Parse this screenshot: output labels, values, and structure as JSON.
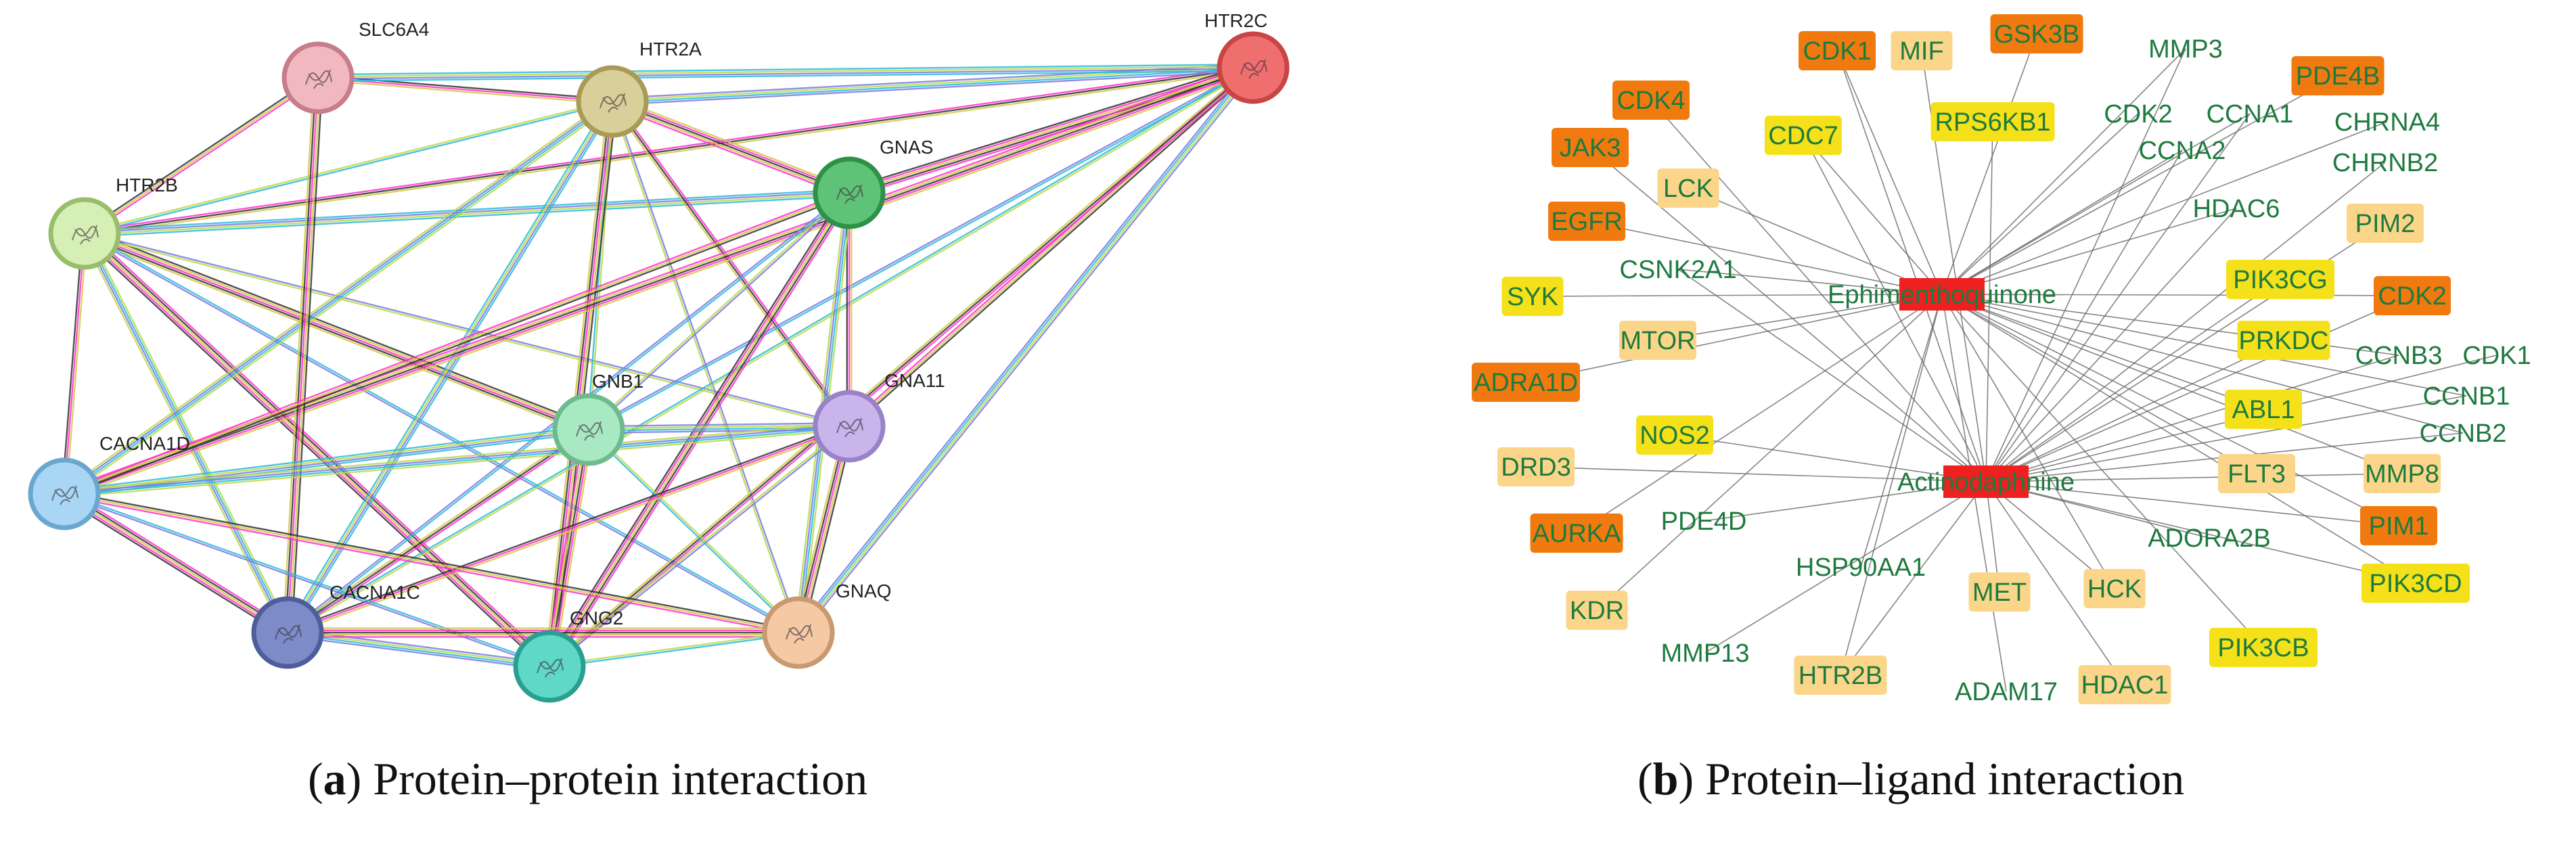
{
  "panel_a": {
    "nodes": [
      {
        "id": "SLC6A4",
        "label": "SLC6A4",
        "color": "#f2b8c0",
        "border": "#c77d8a"
      },
      {
        "id": "HTR2A",
        "label": "HTR2A",
        "color": "#d9cf9a",
        "border": "#a99a55"
      },
      {
        "id": "HTR2C",
        "label": "HTR2C",
        "color": "#ef6f6f",
        "border": "#c94444"
      },
      {
        "id": "HTR2B",
        "label": "HTR2B",
        "color": "#d6efb4",
        "border": "#98bd6b"
      },
      {
        "id": "GNAS",
        "label": "GNAS",
        "color": "#5ec277",
        "border": "#2f9148"
      },
      {
        "id": "GNB1",
        "label": "GNB1",
        "color": "#a8e8c2",
        "border": "#6dbb8d"
      },
      {
        "id": "GNA11",
        "label": "GNA11",
        "color": "#c9b4ec",
        "border": "#9a82c8"
      },
      {
        "id": "CACNA1D",
        "label": "CACNA1D",
        "color": "#a9d6f5",
        "border": "#6aa7cf"
      },
      {
        "id": "CACNA1C",
        "label": "CACNA1C",
        "color": "#7d8cc9",
        "border": "#4f5d9a"
      },
      {
        "id": "GNG2",
        "label": "GNG2",
        "color": "#5fd8c8",
        "border": "#2a9f91"
      },
      {
        "id": "GNAQ",
        "label": "GNAQ",
        "color": "#f4c9a4",
        "border": "#c99a70"
      }
    ],
    "edges": [
      [
        "HTR2B",
        "HTR2A"
      ],
      [
        "HTR2B",
        "HTR2C"
      ],
      [
        "HTR2B",
        "GNAS"
      ],
      [
        "HTR2B",
        "GNB1"
      ],
      [
        "HTR2B",
        "GNA11"
      ],
      [
        "HTR2B",
        "CACNA1D"
      ],
      [
        "HTR2B",
        "CACNA1C"
      ],
      [
        "HTR2B",
        "GNG2"
      ],
      [
        "HTR2B",
        "GNAQ"
      ],
      [
        "HTR2B",
        "SLC6A4"
      ],
      [
        "HTR2A",
        "HTR2C"
      ],
      [
        "HTR2A",
        "GNAS"
      ],
      [
        "HTR2A",
        "GNB1"
      ],
      [
        "HTR2A",
        "GNA11"
      ],
      [
        "HTR2A",
        "CACNA1C"
      ],
      [
        "HTR2A",
        "GNG2"
      ],
      [
        "HTR2A",
        "GNAQ"
      ],
      [
        "HTR2A",
        "SLC6A4"
      ],
      [
        "HTR2A",
        "CACNA1D"
      ],
      [
        "HTR2C",
        "GNAS"
      ],
      [
        "HTR2C",
        "GNB1"
      ],
      [
        "HTR2C",
        "GNA11"
      ],
      [
        "HTR2C",
        "GNAQ"
      ],
      [
        "HTR2C",
        "CACNA1D"
      ],
      [
        "HTR2C",
        "CACNA1C"
      ],
      [
        "HTR2C",
        "GNG2"
      ],
      [
        "HTR2C",
        "SLC6A4"
      ],
      [
        "SLC6A4",
        "CACNA1C"
      ],
      [
        "GNAS",
        "GNB1"
      ],
      [
        "GNAS",
        "GNA11"
      ],
      [
        "GNAS",
        "GNAQ"
      ],
      [
        "GNAS",
        "GNG2"
      ],
      [
        "GNAS",
        "CACNA1C"
      ],
      [
        "GNAS",
        "CACNA1D"
      ],
      [
        "GNB1",
        "GNA11"
      ],
      [
        "GNB1",
        "GNG2"
      ],
      [
        "GNB1",
        "GNAQ"
      ],
      [
        "GNB1",
        "CACNA1C"
      ],
      [
        "GNB1",
        "CACNA1D"
      ],
      [
        "GNA11",
        "GNAQ"
      ],
      [
        "GNA11",
        "GNG2"
      ],
      [
        "GNA11",
        "CACNA1C"
      ],
      [
        "GNA11",
        "CACNA1D"
      ],
      [
        "CACNA1D",
        "CACNA1C"
      ],
      [
        "CACNA1D",
        "GNG2"
      ],
      [
        "CACNA1D",
        "GNAQ"
      ],
      [
        "CACNA1C",
        "GNG2"
      ],
      [
        "CACNA1C",
        "GNAQ"
      ],
      [
        "GNG2",
        "GNAQ"
      ]
    ],
    "edge_colors": [
      "#b8d94a",
      "#ff33cc",
      "#2bbbd8",
      "#333333",
      "#7a7ae0",
      "#d3c84a"
    ]
  },
  "panel_b": {
    "hubs": [
      {
        "id": "hub1",
        "label": "Ephimenthoquinone",
        "color": "#ee2020"
      },
      {
        "id": "hub2",
        "label": "Actinodaphnine",
        "color": "#ee2020"
      }
    ],
    "node_colors": {
      "orange": "#f07a10",
      "yellow": "#f5e11a",
      "light": "#fbd68a",
      "text": "#1e7a3e",
      "edge": "#666666"
    },
    "nodes": [
      {
        "label": "CDK1",
        "style": "orange"
      },
      {
        "label": "MIF",
        "style": "light"
      },
      {
        "label": "GSK3B",
        "style": "orange"
      },
      {
        "label": "MMP3",
        "style": "text"
      },
      {
        "label": "PDE4B",
        "style": "orange"
      },
      {
        "label": "CDK4",
        "style": "orange"
      },
      {
        "label": "CDC7",
        "style": "yellow"
      },
      {
        "label": "RPS6KB1",
        "style": "yellow"
      },
      {
        "label": "CDK2",
        "style": "text"
      },
      {
        "label": "CCNA1",
        "style": "text"
      },
      {
        "label": "CHRNA4",
        "style": "text"
      },
      {
        "label": "JAK3",
        "style": "orange"
      },
      {
        "label": "CCNA2",
        "style": "text"
      },
      {
        "label": "CHRNB2",
        "style": "text"
      },
      {
        "label": "LCK",
        "style": "light"
      },
      {
        "label": "HDAC6",
        "style": "text"
      },
      {
        "label": "EGFR",
        "style": "orange"
      },
      {
        "label": "PIM2",
        "style": "light"
      },
      {
        "label": "CSNK2A1",
        "style": "text"
      },
      {
        "label": "PIK3CG",
        "style": "yellow"
      },
      {
        "label": "SYK",
        "style": "yellow"
      },
      {
        "label": "CDK2",
        "style": "orange"
      },
      {
        "label": "MTOR",
        "style": "light"
      },
      {
        "label": "PRKDC",
        "style": "yellow"
      },
      {
        "label": "CCNB3",
        "style": "text"
      },
      {
        "label": "CDK1",
        "style": "text"
      },
      {
        "label": "ADRA1D",
        "style": "orange"
      },
      {
        "label": "CCNB1",
        "style": "text"
      },
      {
        "label": "ABL1",
        "style": "yellow"
      },
      {
        "label": "NOS2",
        "style": "yellow"
      },
      {
        "label": "CCNB2",
        "style": "text"
      },
      {
        "label": "DRD3",
        "style": "light"
      },
      {
        "label": "FLT3",
        "style": "light"
      },
      {
        "label": "MMP8",
        "style": "light"
      },
      {
        "label": "AURKA",
        "style": "orange"
      },
      {
        "label": "PDE4D",
        "style": "text"
      },
      {
        "label": "PIM1",
        "style": "orange"
      },
      {
        "label": "ADORA2B",
        "style": "text"
      },
      {
        "label": "HSP90AA1",
        "style": "text"
      },
      {
        "label": "PIK3CD",
        "style": "yellow"
      },
      {
        "label": "KDR",
        "style": "light"
      },
      {
        "label": "MET",
        "style": "light"
      },
      {
        "label": "HCK",
        "style": "light"
      },
      {
        "label": "MMP13",
        "style": "text"
      },
      {
        "label": "PIK3CB",
        "style": "yellow"
      },
      {
        "label": "HTR2B",
        "style": "light"
      },
      {
        "label": "ADAM17",
        "style": "text"
      },
      {
        "label": "HDAC1",
        "style": "light"
      }
    ]
  },
  "captions": {
    "a_letter": "a",
    "a_text": " Protein–protein interaction",
    "b_letter": "b",
    "b_text": " Protein–ligand interaction"
  }
}
